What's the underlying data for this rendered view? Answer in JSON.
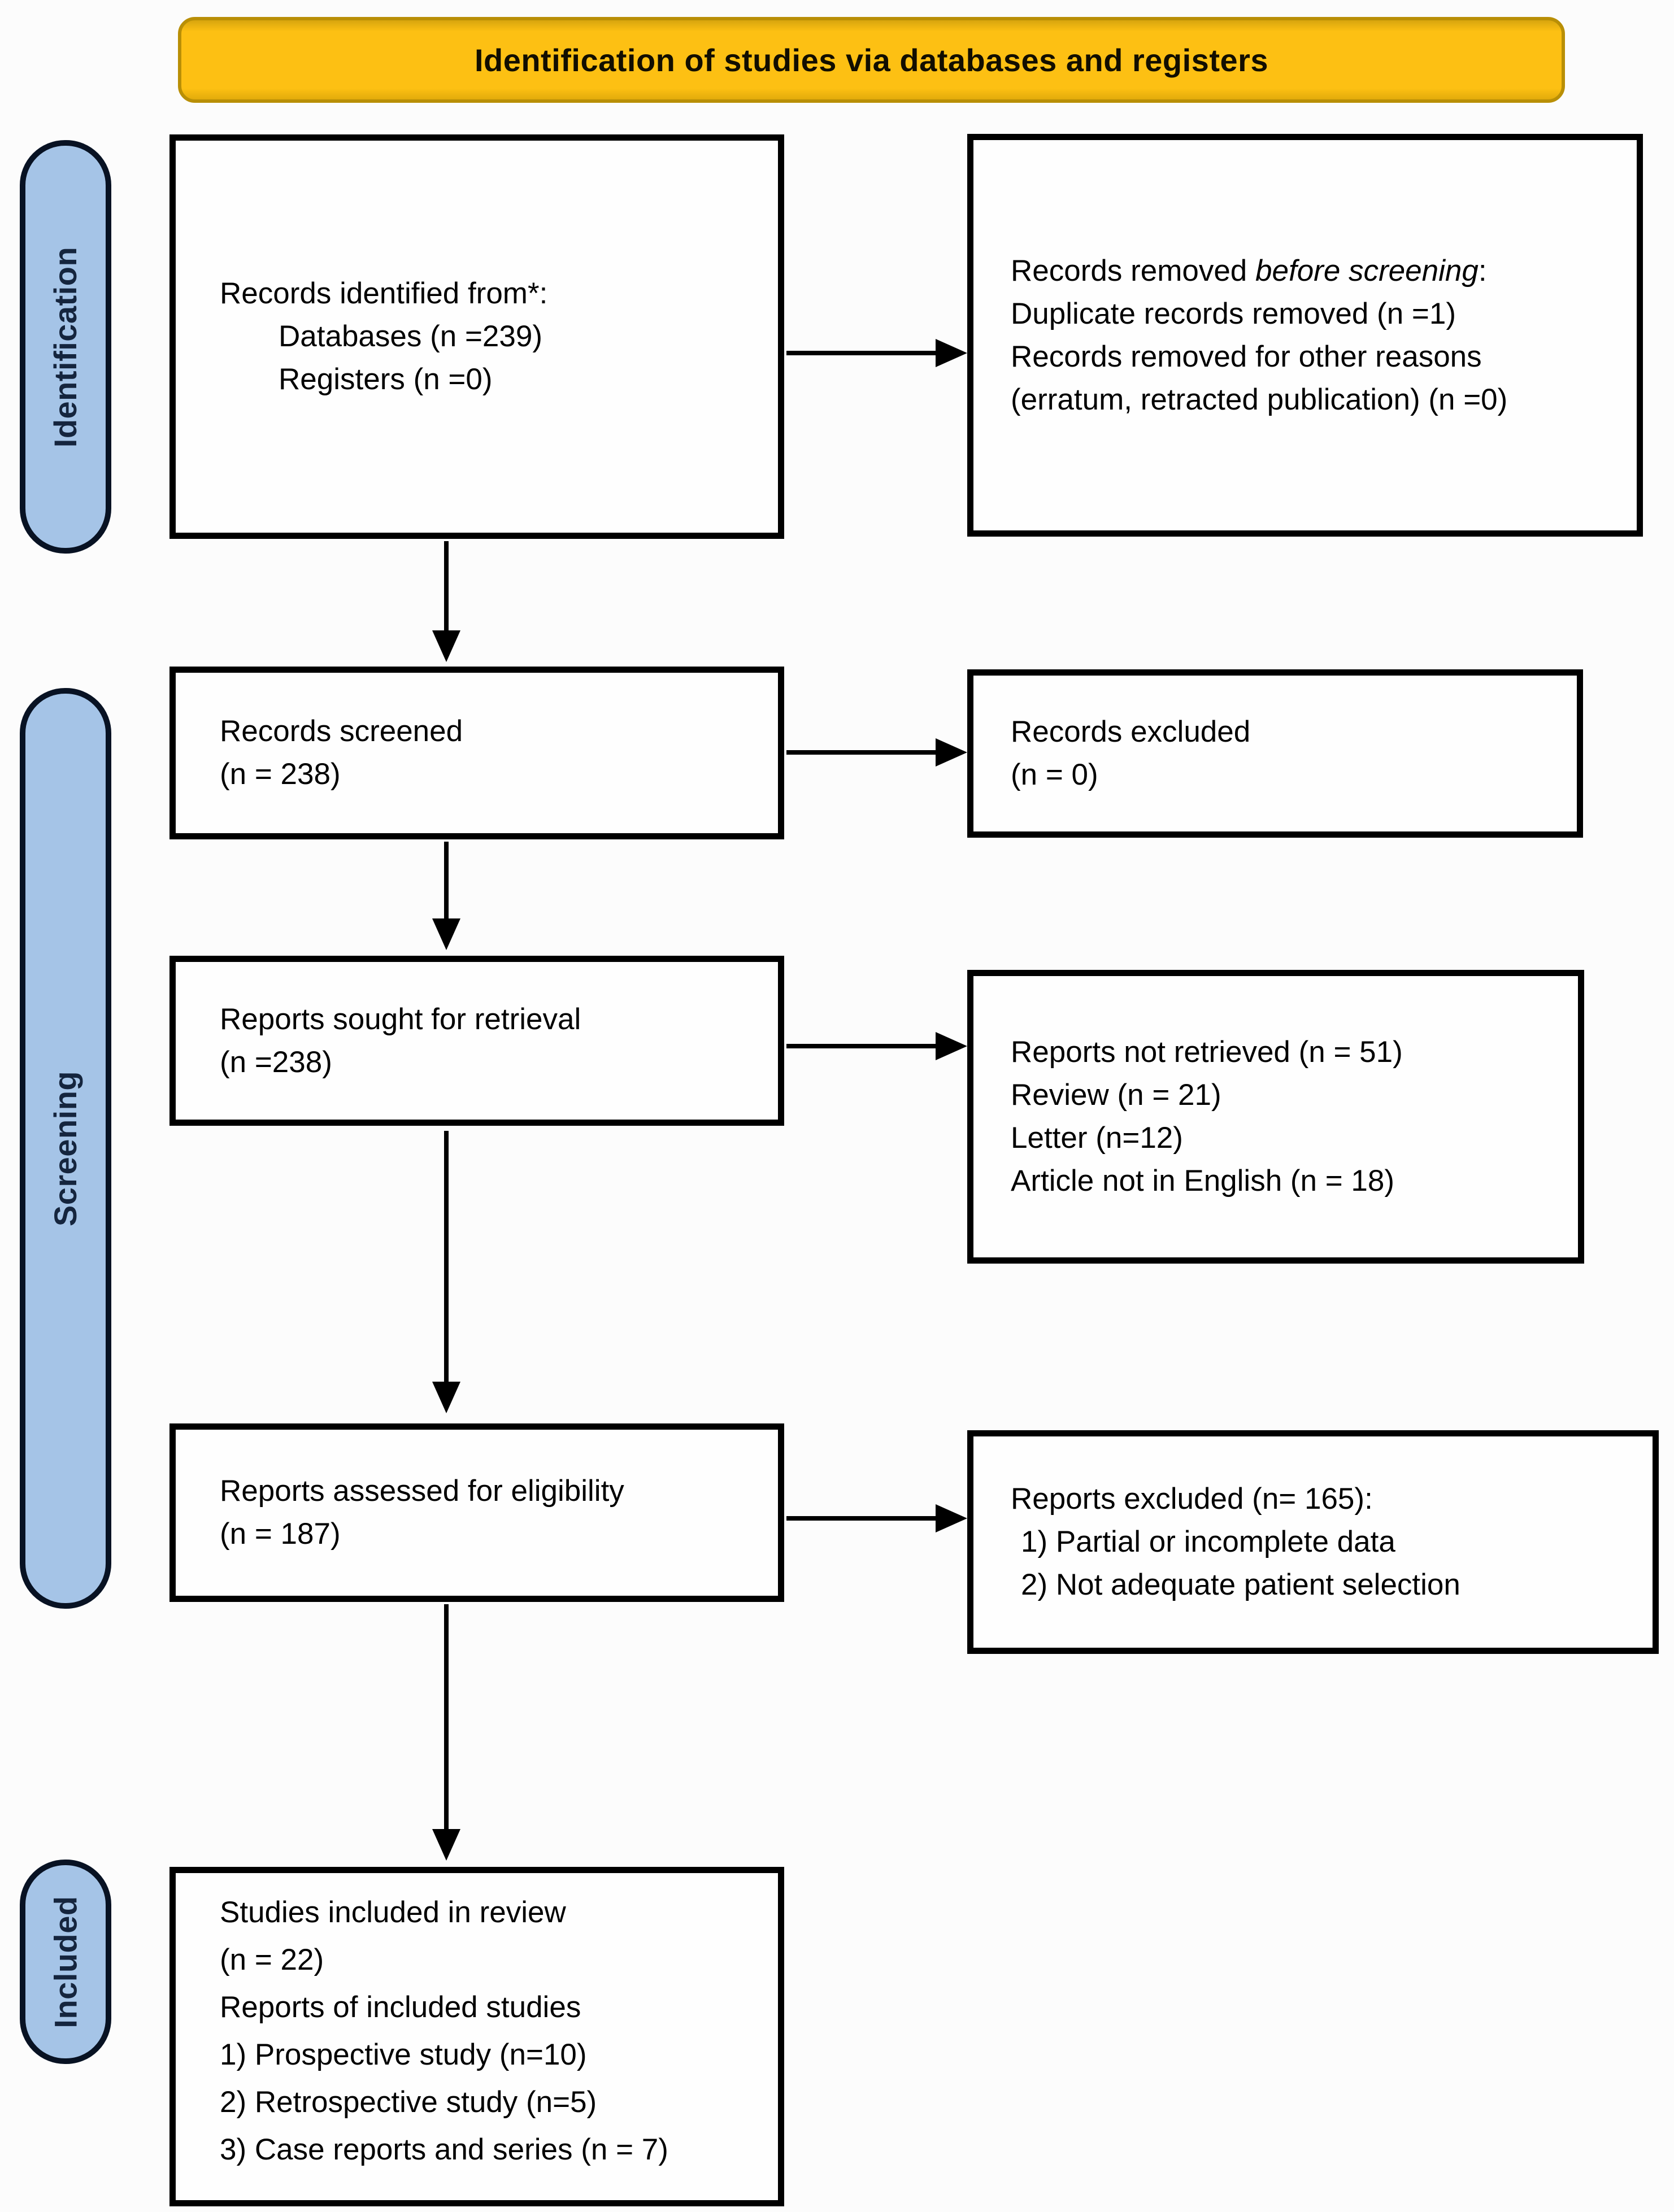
{
  "banner": {
    "title": "Identification of studies via databases and registers"
  },
  "sidebar": {
    "identification_label": "Identification",
    "screening_label": "Screening",
    "included_label": "Included"
  },
  "boxes": {
    "records_identified": {
      "lines": [
        "Records identified from*:",
        "Databases (n =239)",
        "Registers (n =0)"
      ]
    },
    "records_removed": {
      "line1_prefix": "Records removed ",
      "line1_italic": "before screening",
      "line1_suffix": ":",
      "lines": [
        "Duplicate records removed (n =1)",
        "Records removed for other reasons",
        "(erratum, retracted publication) (n =0)"
      ]
    },
    "records_screened": {
      "lines": [
        "Records screened",
        "(n = 238)"
      ]
    },
    "records_excluded": {
      "lines": [
        "Records excluded",
        "(n = 0)"
      ]
    },
    "reports_sought": {
      "lines": [
        "Reports sought for retrieval",
        "(n =238)"
      ]
    },
    "reports_not_retrieved": {
      "lines": [
        "Reports not retrieved (n = 51)",
        "Review (n = 21)",
        "Letter (n=12)",
        "Article not in English (n = 18)"
      ]
    },
    "reports_assessed": {
      "lines": [
        "Reports assessed for eligibility",
        "(n = 187)"
      ]
    },
    "reports_excluded": {
      "lines": [
        "Reports excluded (n= 165):",
        "1) Partial or incomplete data",
        "2) Not adequate patient selection"
      ]
    },
    "studies_included": {
      "lines": [
        "Studies included in review",
        "(n = 22)",
        "Reports of included studies",
        "1) Prospective study (n=10)",
        "2) Retrospective study (n=5)",
        "3) Case reports and series (n = 7)"
      ]
    }
  },
  "colors": {
    "banner_fill": "#FDC013",
    "banner_border": "#B98F06",
    "pill_fill": "#A5C4E7",
    "pill_border": "#081223",
    "pill_text": "#15253E",
    "box_border": "#000000",
    "arrow_color": "#000000",
    "text_color": "#000000"
  }
}
